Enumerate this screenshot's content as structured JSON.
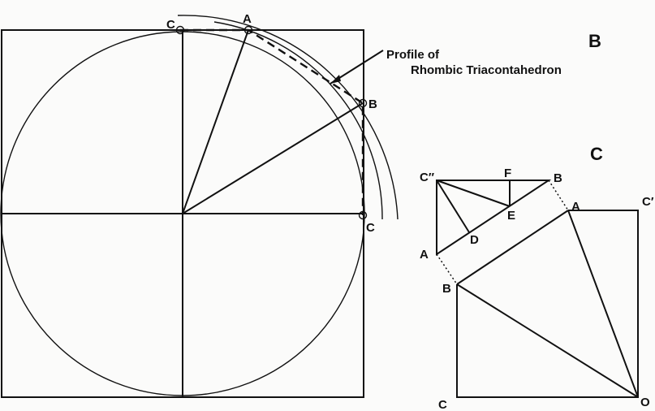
{
  "figure_b": {
    "title": "B",
    "note_line1": "Profile of",
    "note_line2": "Rhombic Triacontahedron",
    "labels": {
      "c_top": "C",
      "a": "A",
      "b": "B",
      "c_right": "C"
    }
  },
  "figure_c": {
    "title": "C",
    "labels": {
      "c_double_prime": "C″",
      "f": "F",
      "b_top": "B",
      "e": "E",
      "d": "D",
      "a_left": "A",
      "a_right": "A",
      "c_prime": "C′",
      "b_left": "B",
      "c_bottom": "C",
      "o": "O"
    }
  }
}
